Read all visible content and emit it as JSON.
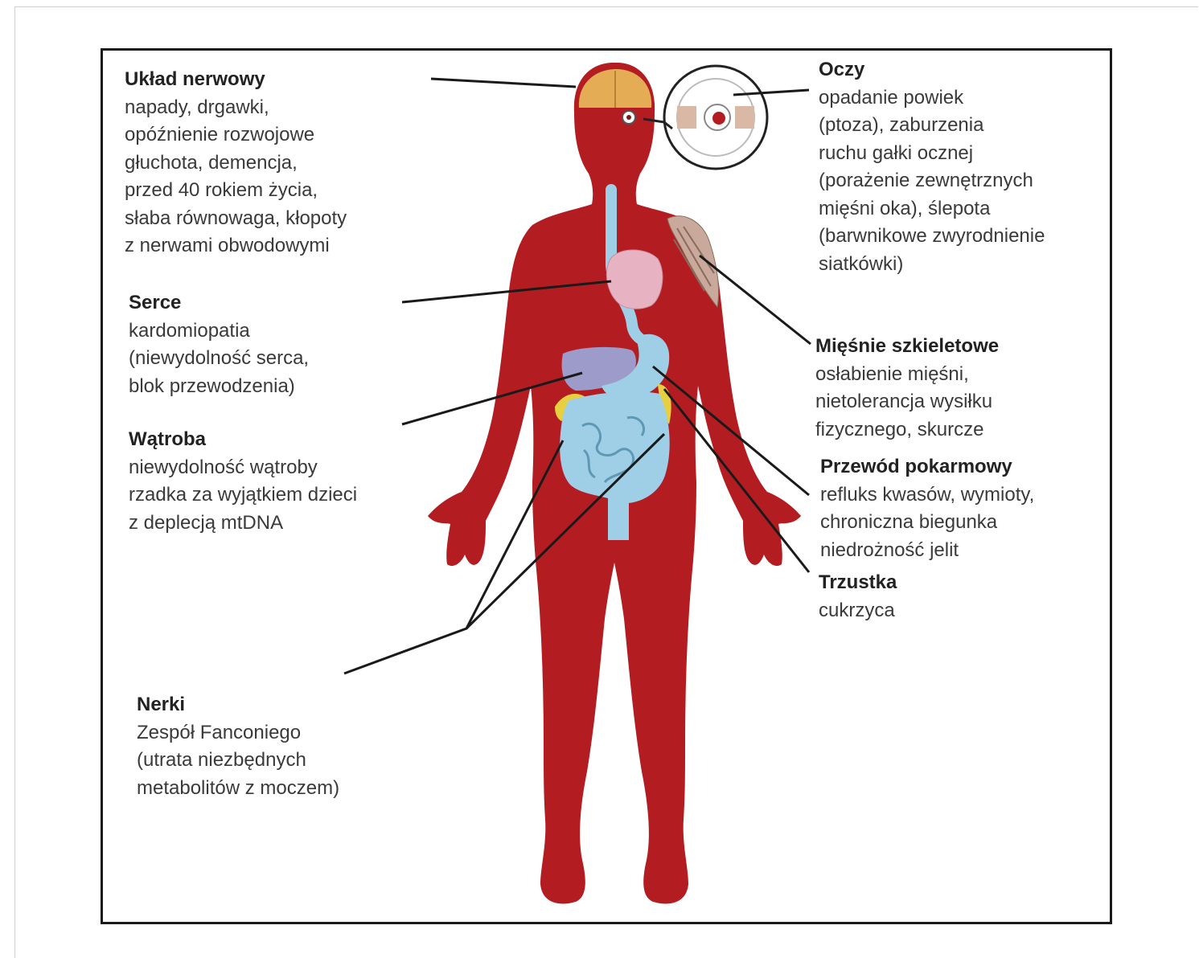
{
  "colors": {
    "body": "#b31d22",
    "brain": "#e3ac55",
    "gut": "#9fcfe6",
    "heart": "#e7b3c2",
    "liver": "#9d9bc9",
    "pancreas": "#e6d040",
    "muscle": "#c9a99b",
    "text": "#3a3a3a"
  },
  "annotations": {
    "nervous": {
      "title": "Układ nerwowy",
      "body": "napady, drgawki,\nopóźnienie rozwojowe\ngłuchota, demencja,\n            przed 40 rokiem życia,\nsłaba równowaga, kłopoty\nz nerwami obwodowymi"
    },
    "heart": {
      "title": "Serce",
      "body": "kardomiopatia\n(niewydolność serca,\nblok przewodzenia)"
    },
    "liver": {
      "title": "Wątroba",
      "body": "niewydolność wątroby\nrzadka za wyjątkiem dzieci\nz deplecją mtDNA"
    },
    "kidneys": {
      "title": "Nerki",
      "body": "Zespół Fanconiego\n(utrata niezbędnych\nmetabolitów z moczem)"
    },
    "eyes": {
      "title": "Oczy",
      "body": "opadanie powiek\n(ptoza), zaburzenia\n ruchu gałki ocznej\n(porażenie zewnętrznych\n mięśni oka), ślepota\n(barwnikowe zwyrodnienie\nsiatkówki)"
    },
    "muscles": {
      "title": "Mięśnie szkieletowe",
      "body": "osłabienie mięśni,\nnietolerancja wysiłku\nfizycznego, skurcze"
    },
    "gi": {
      "title": "Przewód pokarmowy",
      "body": "refluks kwasów, wymioty,\nchroniczna biegunka\nniedrożność jelit"
    },
    "pancreas": {
      "title": "Trzustka",
      "body": "cukrzyca"
    }
  }
}
